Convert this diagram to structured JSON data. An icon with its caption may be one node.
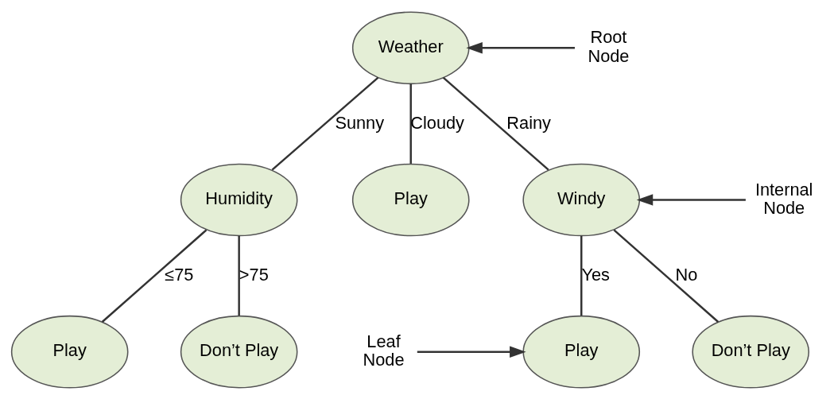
{
  "diagram": {
    "nodes": [
      {
        "text": [
          "Weather"
        ]
      },
      {
        "text": [
          "Humidity"
        ]
      },
      {
        "text": [
          "Play"
        ]
      },
      {
        "text": [
          "Windy"
        ]
      },
      {
        "text": [
          "Play"
        ]
      },
      {
        "text": [
          "Don’t Play"
        ]
      },
      {
        "text": [
          "Play"
        ]
      },
      {
        "text": [
          "Don’t Play"
        ]
      },
      {
        "text": [
          "Root Node"
        ]
      },
      {
        "text": [
          "Internal Node"
        ]
      },
      {
        "text": [
          "Leaf Node"
        ]
      }
    ],
    "edges": [
      {
        "from": 0,
        "to": 1,
        "arrow": "none",
        "label": "Sunny"
      },
      {
        "from": 0,
        "to": 2,
        "arrow": "none",
        "label": "Cloudy"
      },
      {
        "from": 0,
        "to": 3,
        "arrow": "none",
        "label": "Rainy"
      },
      {
        "from": 1,
        "to": 4,
        "arrow": "none",
        "label": "≤75"
      },
      {
        "from": 1,
        "to": 5,
        "arrow": "none",
        "label": ">75"
      },
      {
        "from": 3,
        "to": 6,
        "arrow": "none",
        "label": "Yes"
      },
      {
        "from": 3,
        "to": 7,
        "arrow": "none",
        "label": "No"
      },
      {
        "from": 8,
        "to": 0,
        "arrow": "to"
      },
      {
        "from": 9,
        "to": 3,
        "arrow": "to"
      },
      {
        "from": 10,
        "to": 6,
        "arrow": "to"
      }
    ]
  }
}
